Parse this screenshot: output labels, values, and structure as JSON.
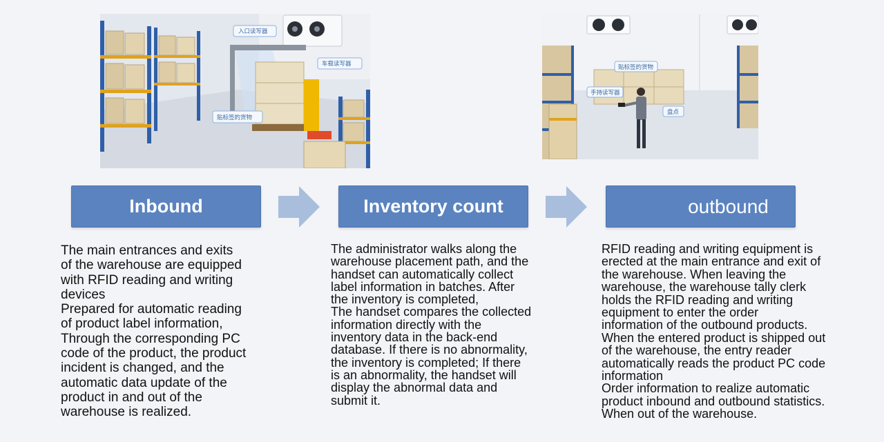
{
  "illustrations": {
    "inbound_scene": {
      "callouts": [
        "入口读写器",
        "车载读写器",
        "贴标签的货物"
      ]
    },
    "outbound_scene": {
      "callouts": [
        "贴标签的货物",
        "手持读写器",
        "盘点"
      ]
    }
  },
  "steps": [
    {
      "label": "Inbound",
      "description": [
        "The main entrances and exits",
        "of the warehouse are equipped",
        "with RFID reading and writing",
        "devices",
        "Prepared for automatic reading",
        "of product label information,",
        "Through the corresponding PC",
        "code of the product, the product",
        "incident is changed, and the",
        "automatic data update of the",
        "product in and out of the",
        "warehouse is realized."
      ]
    },
    {
      "label": "Inventory count",
      "description": [
        "The administrator walks along the",
        "warehouse placement path, and the",
        "handset can automatically collect",
        "label information in batches. After",
        "the inventory is completed,",
        "The handset compares the collected",
        "information directly with the",
        "inventory data in the back-end",
        "database. If there is no abnormality,",
        "the inventory is completed; If there",
        "is an abnormality, the handset will",
        "display the abnormal data and",
        "submit it."
      ]
    },
    {
      "label": "outbound",
      "description": [
        "RFID reading and writing equipment is",
        "erected at the main entrance and exit of",
        "the warehouse.   When leaving the",
        "warehouse, the warehouse tally clerk",
        "holds the RFID reading and writing",
        "equipment to enter the order",
        "information of the outbound products.",
        "When the entered product is shipped out",
        "of the warehouse, the entry reader",
        "automatically reads the product PC code",
        "information",
        "Order information to realize automatic",
        "product inbound and outbound statistics.",
        "When out of the warehouse."
      ]
    }
  ],
  "colors": {
    "step_box": "#5b83bf",
    "arrow": "#a8bedc",
    "text": "#111111",
    "background": "#f3f4f8"
  },
  "icons": {
    "flow_arrow": "right-arrow-icon"
  }
}
